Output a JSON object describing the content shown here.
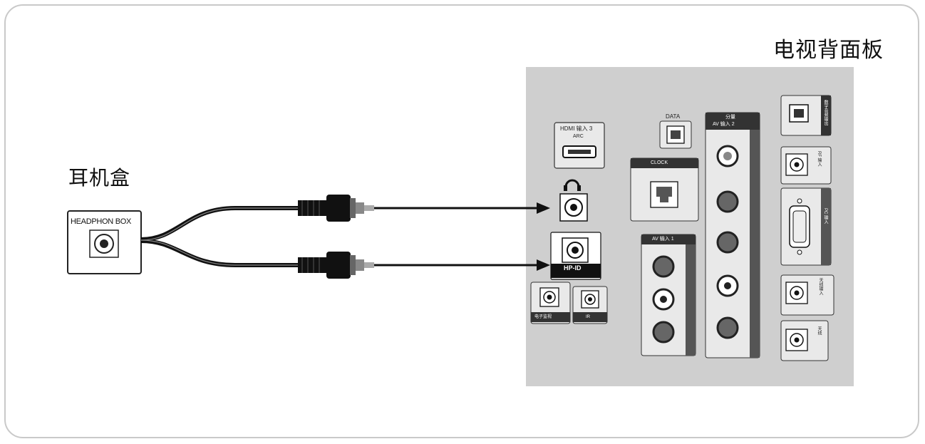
{
  "panel_title": "电视背面板",
  "box_title": "耳机盒",
  "box_label": "HEADPHON BOX",
  "ports": {
    "hdmi3": "HDMI 输入 3",
    "hdmi3_sub": "ARC",
    "data": "DATA",
    "clock": "CLOCK",
    "component": "分量",
    "component_sub": "AV 输入 2",
    "av1": "AV 输入 1",
    "hp_id": "HP-ID",
    "small_left": "电子监视",
    "small_right": "IR",
    "side_optical": "数字音频输出",
    "side_rf": "RF 输入",
    "side_pc": "PC 输入",
    "side_antenna": "天线输入",
    "side_last": "天线"
  }
}
